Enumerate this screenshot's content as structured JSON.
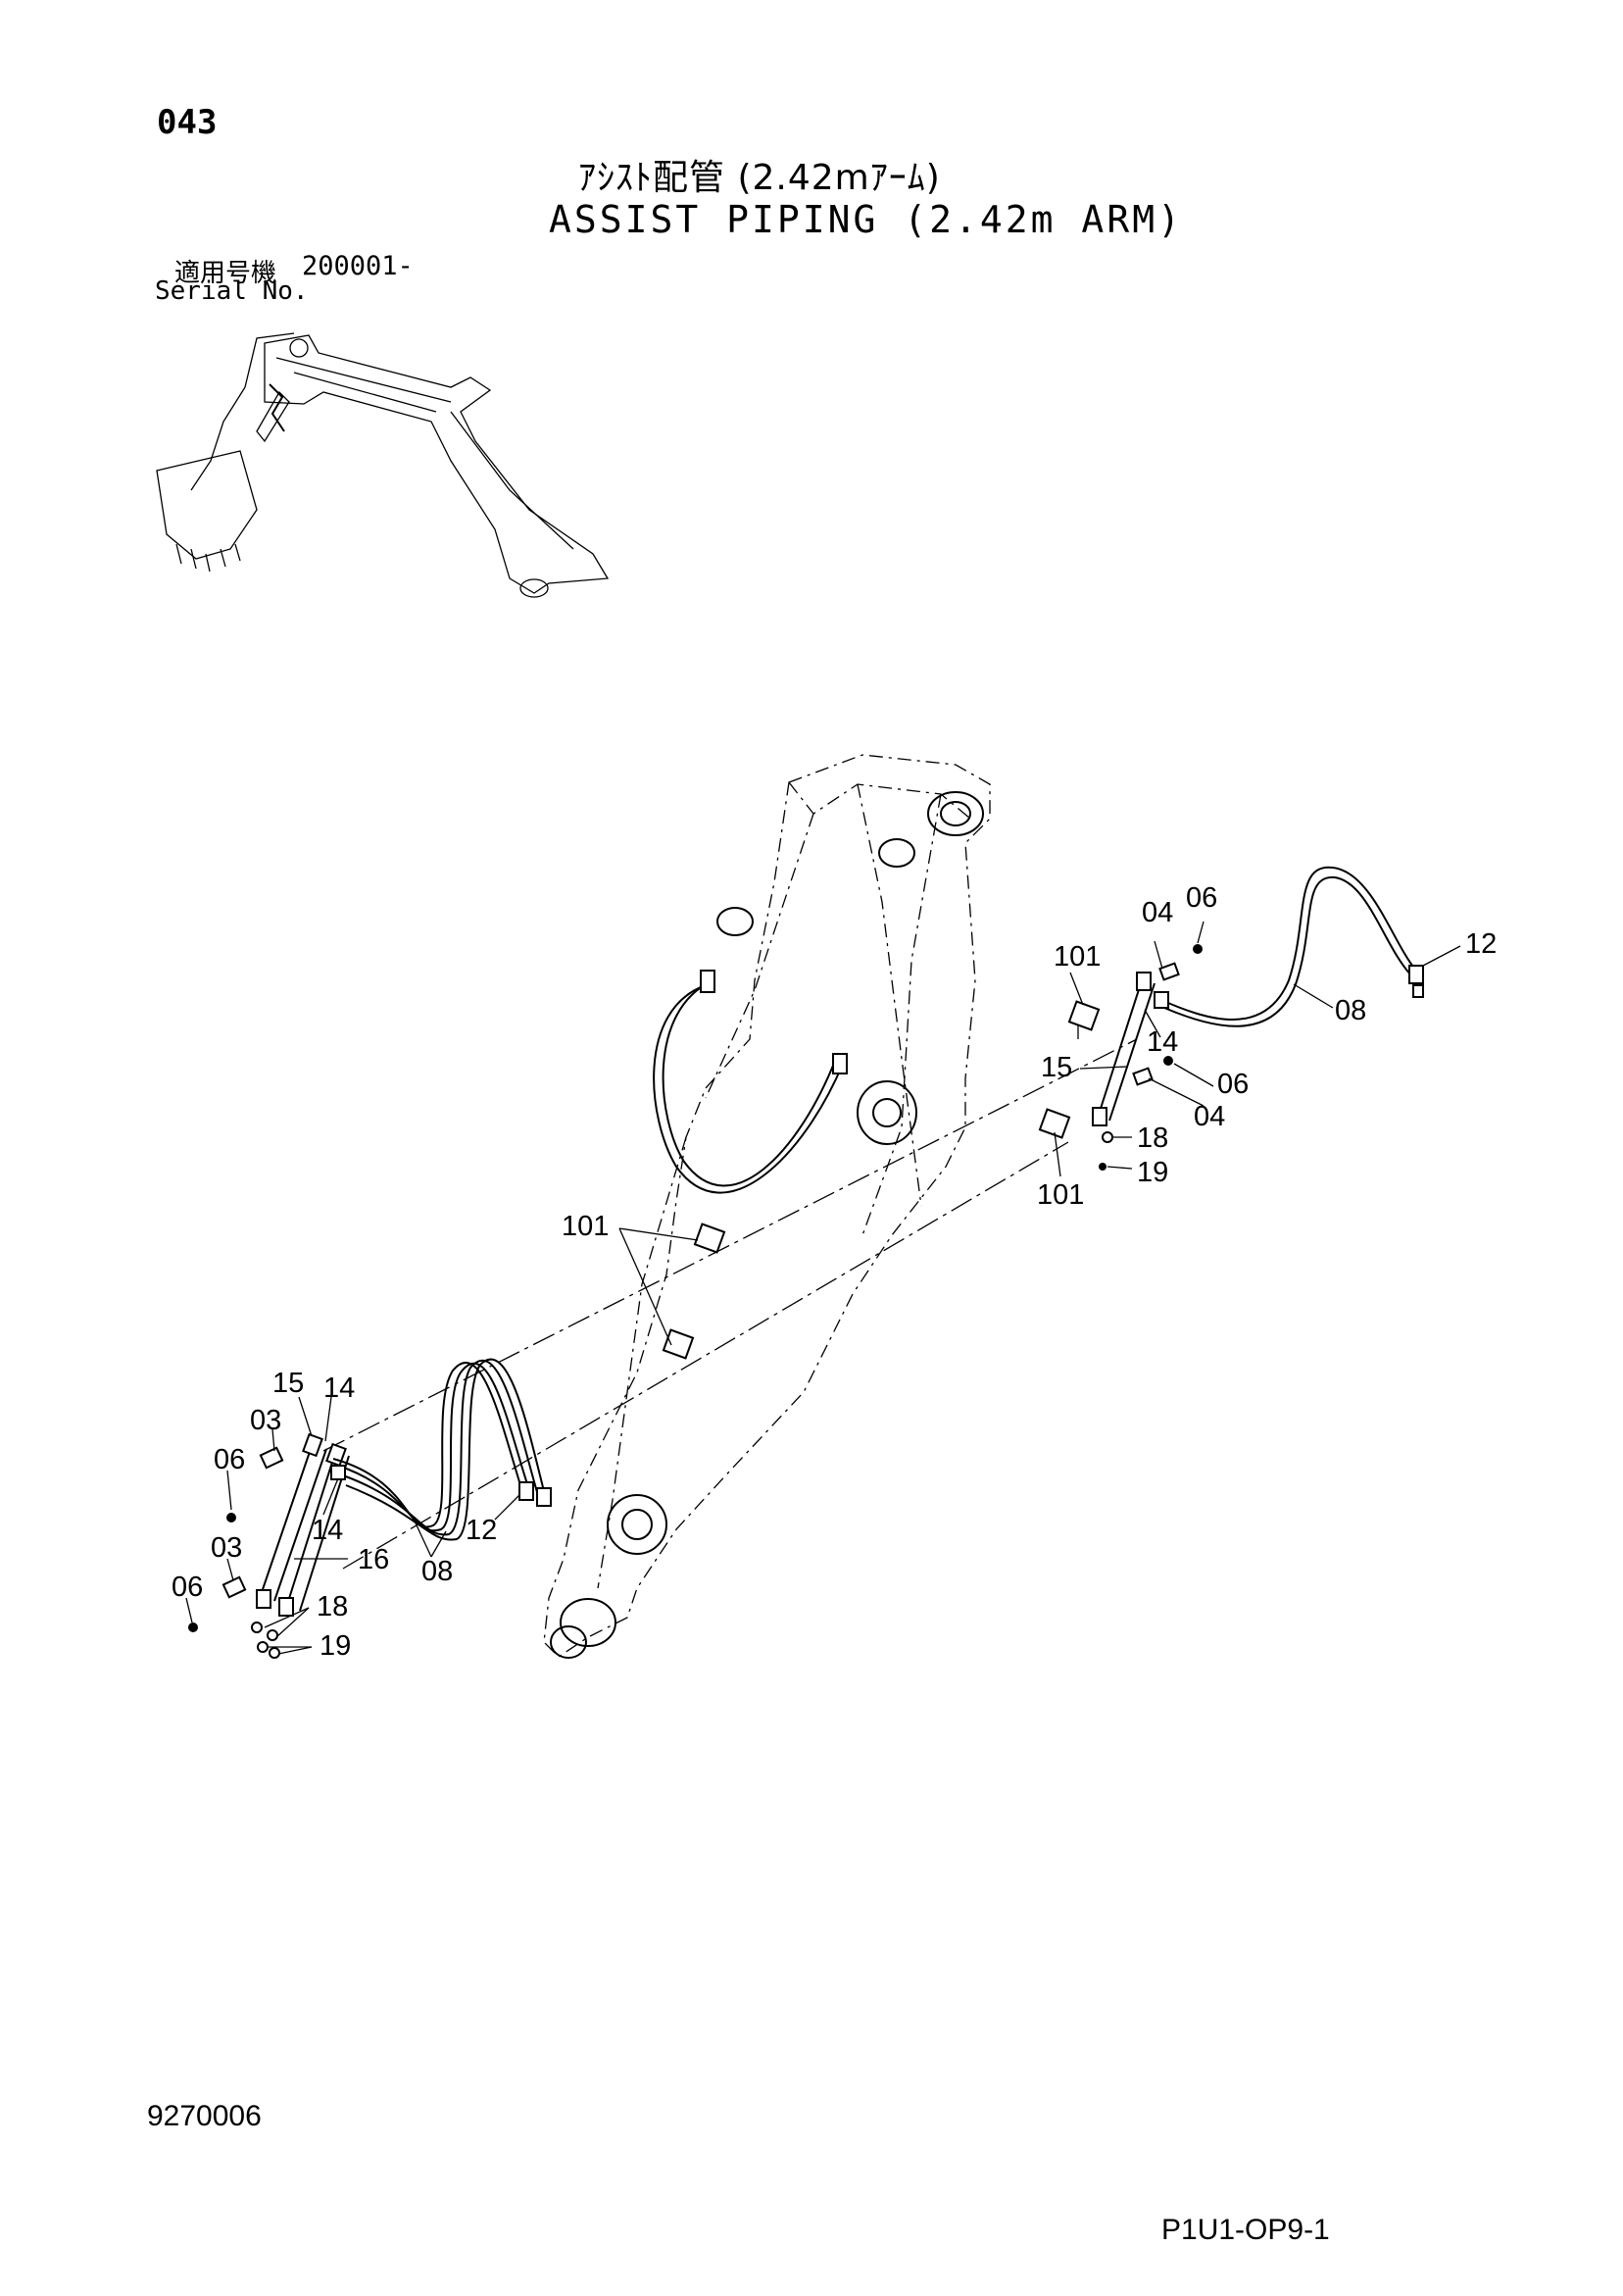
{
  "header": {
    "page_code": "043",
    "title_jp": "ｱｼｽﾄ配管 (2.42mｱｰﾑ)",
    "title_en": "ASSIST PIPING (2.42m ARM)",
    "serial_label_jp": "適用号機",
    "serial_value": "200001-",
    "serial_label_en": "Serial No."
  },
  "callouts": {
    "left": {
      "c15": "15",
      "c14a": "14",
      "c03a": "03",
      "c06a": "06",
      "c14b": "14",
      "c16": "16",
      "c03b": "03",
      "c06b": "06",
      "c18": "18",
      "c19": "19",
      "c08": "08",
      "c12": "12",
      "c101": "101"
    },
    "right": {
      "c04a": "04",
      "c06a": "06",
      "c12": "12",
      "c101a": "101",
      "c08": "08",
      "c15": "15",
      "c14": "14",
      "c06b": "06",
      "c04b": "04",
      "c18": "18",
      "c19": "19",
      "c101b": "101"
    }
  },
  "footer": {
    "doc_number": "9270006",
    "page_ref": "P1U1-OP9-1"
  }
}
